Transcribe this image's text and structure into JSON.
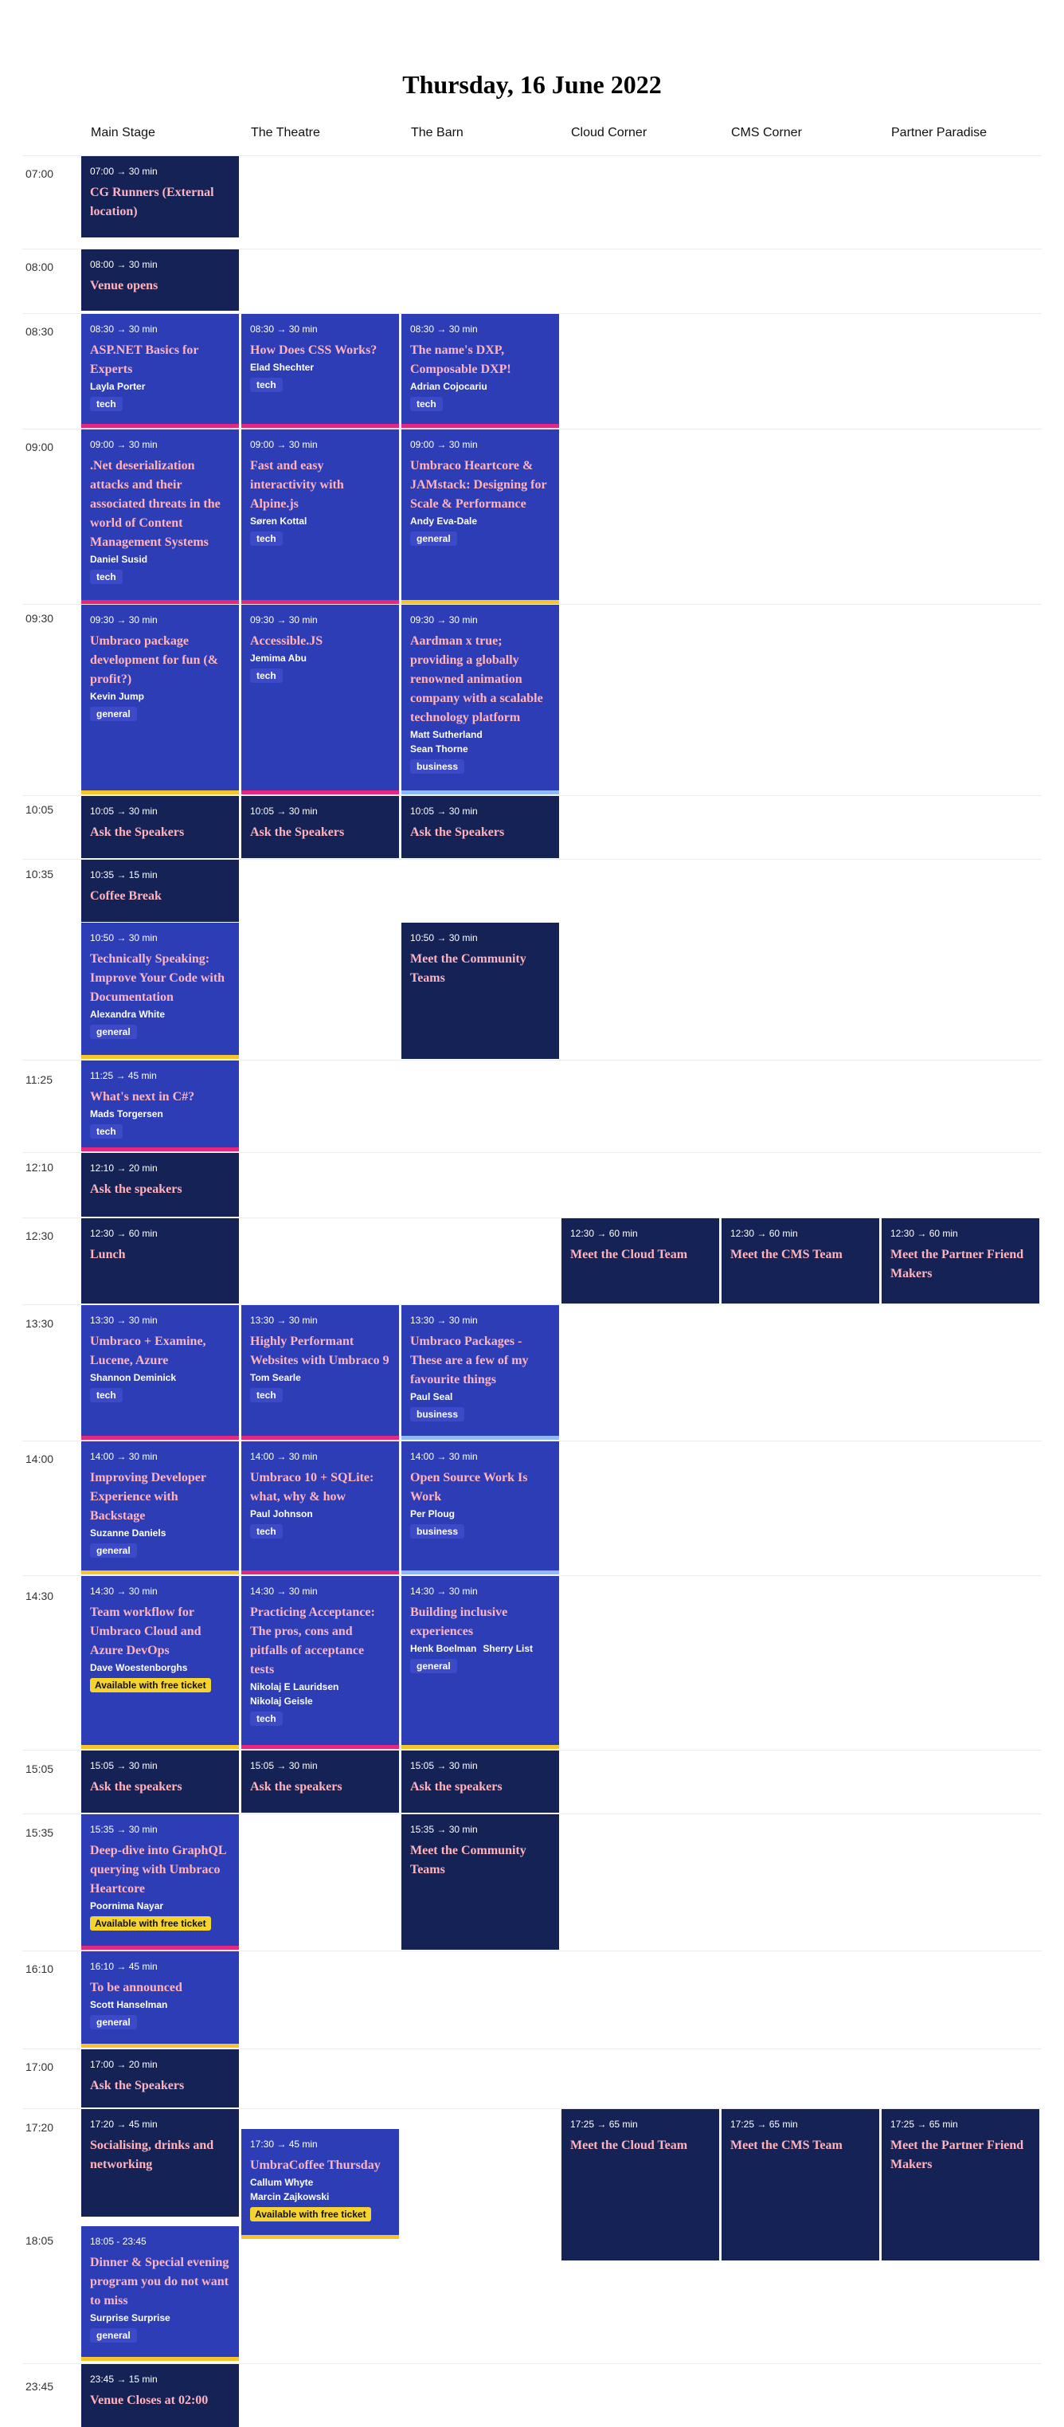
{
  "title": "Thursday, 16 June 2022",
  "venues": [
    "Main Stage",
    "The Theatre",
    "The Barn",
    "Cloud Corner",
    "CMS Corner",
    "Partner Paradise"
  ],
  "times": [
    "07:00",
    "08:00",
    "08:30",
    "09:00",
    "09:30",
    "10:05",
    "10:35",
    "11:25",
    "12:10",
    "12:30",
    "13:30",
    "14:00",
    "14:30",
    "15:05",
    "15:35",
    "16:10",
    "17:00",
    "17:20",
    "18:05",
    "23:45"
  ],
  "sessions": [
    {
      "meta": "07:00 → 30 min",
      "title": "CG Runners (External location)"
    },
    {
      "meta": "08:00 → 30 min",
      "title": "Venue opens"
    },
    {
      "meta": "08:30 → 30 min",
      "title": "ASP.NET Basics for Experts",
      "speakers": [
        "Layla Porter"
      ],
      "tag": "tech"
    },
    {
      "meta": "08:30 → 30 min",
      "title": "How Does CSS Works?",
      "speakers": [
        "Elad Shechter"
      ],
      "tag": "tech"
    },
    {
      "meta": "08:30 → 30 min",
      "title": "The name's DXP, Composable DXP!",
      "speakers": [
        "Adrian Cojocariu"
      ],
      "tag": "tech"
    },
    {
      "meta": "09:00 → 30 min",
      "title": ".Net deserialization attacks and their associated threats in the world of Content Management Systems",
      "speakers": [
        "Daniel Susid"
      ],
      "tag": "tech"
    },
    {
      "meta": "09:00 → 30 min",
      "title": "Fast and easy interactivity with Alpine.js",
      "speakers": [
        "Søren Kottal"
      ],
      "tag": "tech"
    },
    {
      "meta": "09:00 → 30 min",
      "title": "Umbraco Heartcore & JAMstack: Designing for Scale & Performance",
      "speakers": [
        "Andy Eva-Dale"
      ],
      "tag": "general"
    },
    {
      "meta": "09:30 → 30 min",
      "title": "Umbraco package development for fun (& profit?)",
      "speakers": [
        "Kevin Jump"
      ],
      "tag": "general"
    },
    {
      "meta": "09:30 → 30 min",
      "title": "Accessible.JS",
      "speakers": [
        "Jemima Abu"
      ],
      "tag": "tech"
    },
    {
      "meta": "09:30 → 30 min",
      "title": "Aardman x true; providing a globally renowned animation company with a scalable technology platform",
      "speakers": [
        "Matt Sutherland",
        "Sean Thorne"
      ],
      "tag": "business"
    },
    {
      "meta": "10:05 → 30 min",
      "title": "Ask the Speakers"
    },
    {
      "meta": "10:05 → 30 min",
      "title": "Ask the Speakers"
    },
    {
      "meta": "10:05 → 30 min",
      "title": "Ask the Speakers"
    },
    {
      "meta": "10:35 → 15 min",
      "title": "Coffee Break"
    },
    {
      "meta": "10:50 → 30 min",
      "title": "Technically Speaking: Improve Your Code with Documentation",
      "speakers": [
        "Alexandra White"
      ],
      "tag": "general"
    },
    {
      "meta": "10:50 → 30 min",
      "title": "Meet the Community Teams"
    },
    {
      "meta": "11:25 → 45 min",
      "title": "What's next in C#?",
      "speakers": [
        "Mads Torgersen"
      ],
      "tag": "tech"
    },
    {
      "meta": "12:10 → 20 min",
      "title": "Ask the speakers"
    },
    {
      "meta": "12:30 → 60 min",
      "title": "Lunch"
    },
    {
      "meta": "12:30 → 60 min",
      "title": "Meet the Cloud Team"
    },
    {
      "meta": "12:30 → 60 min",
      "title": "Meet the CMS Team"
    },
    {
      "meta": "12:30 → 60 min",
      "title": "Meet the Partner Friend Makers"
    },
    {
      "meta": "13:30 → 30 min",
      "title": "Umbraco + Examine, Lucene, Azure",
      "speakers": [
        "Shannon Deminick"
      ],
      "tag": "tech"
    },
    {
      "meta": "13:30 → 30 min",
      "title": "Highly Performant Websites with Umbraco 9",
      "speakers": [
        "Tom Searle"
      ],
      "tag": "tech"
    },
    {
      "meta": "13:30 → 30 min",
      "title": "Umbraco Packages - These are a few of my favourite things",
      "speakers": [
        "Paul Seal"
      ],
      "tag": "business"
    },
    {
      "meta": "14:00 → 30 min",
      "title": "Improving Developer Experience with Backstage",
      "speakers": [
        "Suzanne Daniels"
      ],
      "tag": "general"
    },
    {
      "meta": "14:00 → 30 min",
      "title": "Umbraco 10 + SQLite: what, why & how",
      "speakers": [
        "Paul Johnson"
      ],
      "tag": "tech"
    },
    {
      "meta": "14:00 → 30 min",
      "title": "Open Source Work Is Work",
      "speakers": [
        "Per Ploug"
      ],
      "tag": "business"
    },
    {
      "meta": "14:30 → 30 min",
      "title": "Team workflow for Umbraco Cloud and Azure DevOps",
      "speakers": [
        "Dave Woestenborghs"
      ],
      "ticket": "Available with free ticket"
    },
    {
      "meta": "14:30 → 30 min",
      "title": "Practicing Acceptance: The pros, cons and pitfalls of acceptance tests",
      "speakers": [
        "Nikolaj E Lauridsen",
        "Nikolaj Geisle"
      ],
      "tag": "tech"
    },
    {
      "meta": "14:30 → 30 min",
      "title": "Building inclusive experiences",
      "speakers_inline": [
        "Henk Boelman",
        "Sherry List"
      ],
      "tag": "general"
    },
    {
      "meta": "15:05 → 30 min",
      "title": "Ask the speakers"
    },
    {
      "meta": "15:05 → 30 min",
      "title": "Ask the speakers"
    },
    {
      "meta": "15:05 → 30 min",
      "title": "Ask the speakers"
    },
    {
      "meta": "15:35 → 30 min",
      "title": "Deep-dive into GraphQL querying with Umbraco Heartcore",
      "speakers": [
        "Poornima Nayar"
      ],
      "ticket": "Available with free ticket"
    },
    {
      "meta": "15:35 → 30 min",
      "title": "Meet the Community Teams"
    },
    {
      "meta": "16:10 → 45 min",
      "title": "To be announced",
      "speakers": [
        "Scott Hanselman"
      ],
      "tag": "general"
    },
    {
      "meta": "17:00 → 20 min",
      "title": "Ask the Speakers"
    },
    {
      "meta": "17:20 → 45 min",
      "title": "Socialising, drinks and networking"
    },
    {
      "meta": "17:30 → 45 min",
      "title": "UmbraCoffee Thursday",
      "speakers": [
        "Callum Whyte",
        "Marcin Zajkowski"
      ],
      "ticket": "Available with free ticket"
    },
    {
      "meta": "17:25 → 65 min",
      "title": "Meet the Cloud Team"
    },
    {
      "meta": "17:25 → 65 min",
      "title": "Meet the CMS Team"
    },
    {
      "meta": "17:25 → 65 min",
      "title": "Meet the Partner Friend Makers"
    },
    {
      "meta": "18:05 - 23:45",
      "title": "Dinner & Special evening program you do not want to miss",
      "speakers": [
        "Surprise Surprise"
      ],
      "tag": "general"
    },
    {
      "meta": "23:45 → 15 min",
      "title": "Venue Closes at 02:00"
    }
  ]
}
